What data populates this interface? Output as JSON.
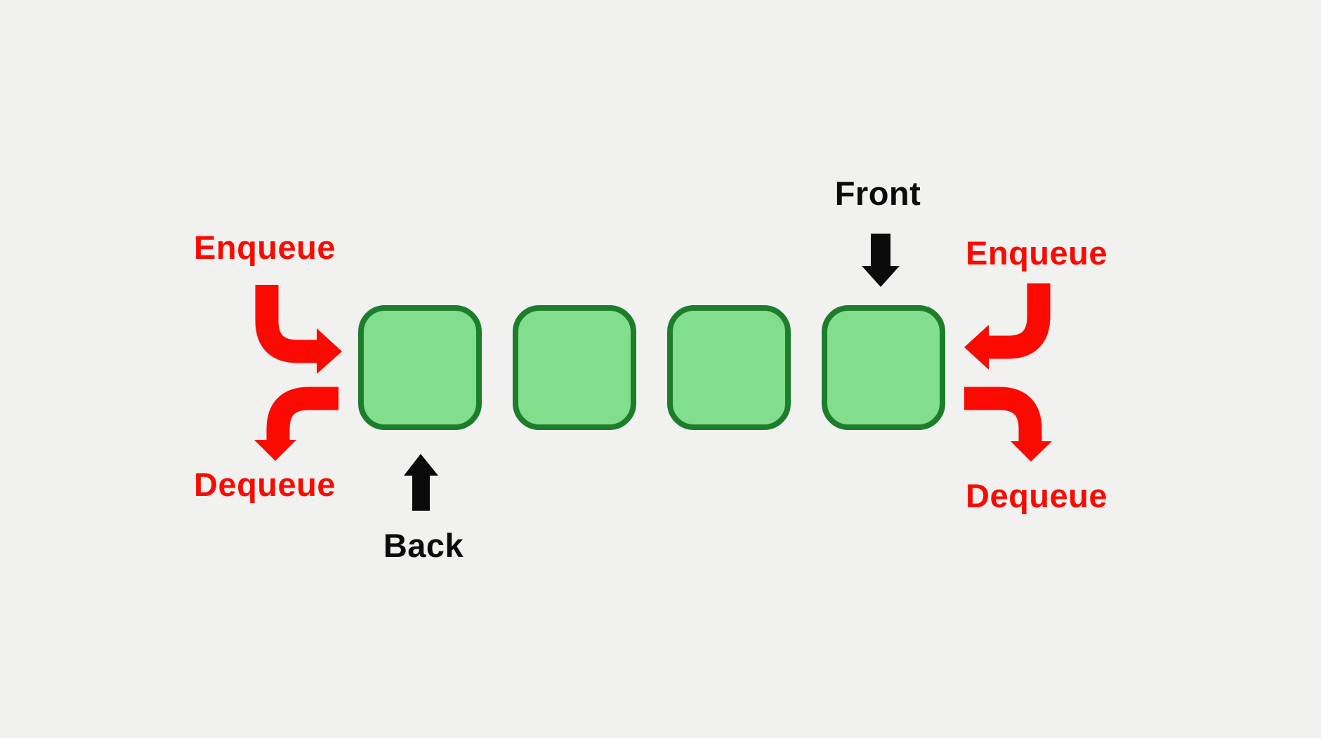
{
  "diagram": {
    "labels": {
      "front": "Front",
      "back": "Back",
      "enqueue_left": "Enqueue",
      "dequeue_left": "Dequeue",
      "enqueue_right": "Enqueue",
      "dequeue_right": "Dequeue"
    },
    "queue": {
      "cell_count": 4,
      "cells": [
        "",
        "",
        "",
        ""
      ]
    },
    "icons": {
      "front_arrow": "down-arrow",
      "back_arrow": "up-arrow",
      "enqueue_left_arrow": "curved-arrow-into-back",
      "dequeue_left_arrow": "curved-arrow-out-of-back",
      "enqueue_right_arrow": "curved-arrow-into-front",
      "dequeue_right_arrow": "curved-arrow-out-of-front"
    },
    "colors": {
      "background": "#f1f1ef",
      "queue_fill": "#82de8c",
      "queue_border": "#1c7d2b",
      "arrow_red": "#fa0a00",
      "arrow_black": "#0b0b0b",
      "label_red": "#fa0a00",
      "label_black": "#0b0b0b"
    }
  }
}
